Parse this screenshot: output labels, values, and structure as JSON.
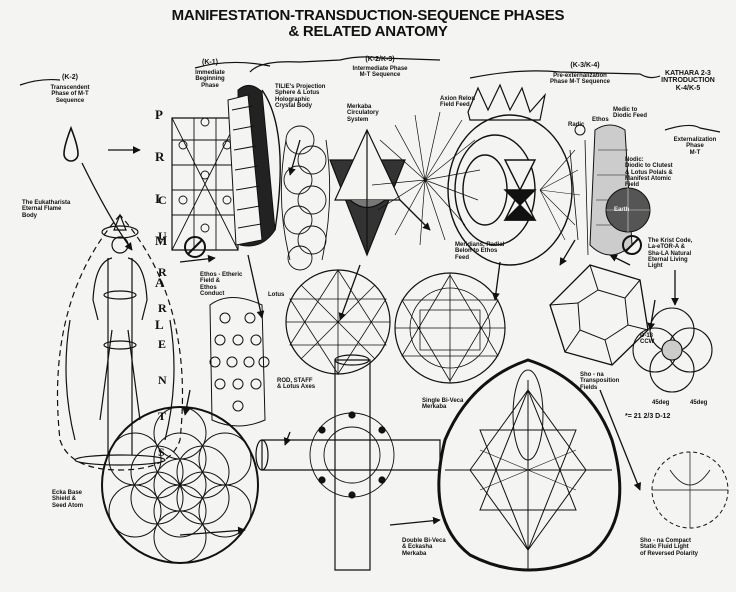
{
  "title": {
    "line1": "MANIFESTATION-TRANSDUCTION-SEQUENCE PHASES",
    "line2": "& RELATED ANATOMY"
  },
  "phases": {
    "k2": {
      "code": "(K-2)",
      "text": "Transcendent\nPhase of M-T\nSequence"
    },
    "k1": {
      "code": "(K-1)",
      "text": "Immediate\nBeginning\nPhase"
    },
    "k2k3": {
      "code": "(K-2/K-3)",
      "text": "Intermediate Phase\nM-T Sequence"
    },
    "k3k4": {
      "code": "(K-3/K-4)",
      "text": "Pre-externalization\nPhase M-T Sequence"
    },
    "kathara": {
      "text": "KATHARA 2-3\nINTRODUCTION\nK-4/K-5"
    },
    "externalization": {
      "text": "Externalization\nPhase\nM-T"
    }
  },
  "vertical_text": {
    "primal": [
      "P",
      "R",
      "I",
      "M",
      "A",
      "L"
    ],
    "currents": [
      "C",
      "U",
      "R",
      "R",
      "E",
      "N",
      "T",
      "S"
    ]
  },
  "labels": {
    "eukatharista": "The Eukatharista\nEternal Flame\nBody",
    "tilie": "TILIE's Projection\nSphere & Lotus\nHolographic\nCrystal Body",
    "merkaba": "Merkaba\nCirculatory\nSystem",
    "axion": "Axion Relon\nField Feed",
    "medic": "Medic to\nDiodic Feed",
    "radic": "Radic",
    "ethos_top": "Ethos",
    "nodic": "Nodic:\nDiodic to Clutest\n& Lotus Polals &\nManifest Atomic\nField",
    "earth": "Earth",
    "ethos_etheric": "Ethos - Etheric\nField &\nEthos\nConduct",
    "lotus": "Lotus",
    "meridians": "Meridians, Radial\nBelon to Ethos\nFeed",
    "krist_code": "The Krist Code,\nLa-eTOR-A &\nSha-LA Natural\nEternal Living\nLight",
    "rod_staff": "ROD, STAFF\n& Lotus Axes",
    "single_biveca": "Single Bi-Veca\nMerkaba",
    "sho_na_transposition": "Sho - na\nTransposition\nFields",
    "formula": "*= 21 2/3 D-12",
    "d13": "D-13\nCCW",
    "eckabase": "Ecka Base\nShield &\nSeed Atom",
    "double_biveca": "Double Bi-Veca\n& Eckasha\nMerkaba",
    "sho_na_compact": "Sho - na Compact\nStatic Fluid Light\nof Reversed Polarity",
    "deg45_left": "45deg",
    "deg45_right": "45deg"
  }
}
